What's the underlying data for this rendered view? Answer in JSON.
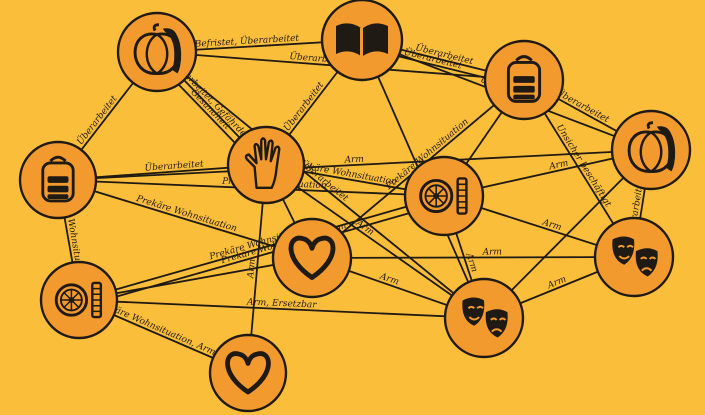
{
  "colors": {
    "background": "#fbbe3b",
    "node_fill": "#f39a2e",
    "ink": "#1f1a14"
  },
  "nodes": [
    {
      "id": "n1",
      "icon": "pumpkin-icon"
    },
    {
      "id": "n2",
      "icon": "book-icon"
    },
    {
      "id": "n3",
      "icon": "backpack-icon"
    },
    {
      "id": "n4",
      "icon": "backpack-icon"
    },
    {
      "id": "n5",
      "icon": "hand-icon"
    },
    {
      "id": "n6",
      "icon": "pumpkin-icon"
    },
    {
      "id": "n7",
      "icon": "spinning-wheel-icon"
    },
    {
      "id": "n8",
      "icon": "heart-icon"
    },
    {
      "id": "n9",
      "icon": "theater-masks-icon"
    },
    {
      "id": "n10",
      "icon": "spinning-wheel-icon"
    },
    {
      "id": "n11",
      "icon": "theater-masks-icon"
    },
    {
      "id": "n12",
      "icon": "heart-icon"
    }
  ],
  "edges": [
    {
      "from": "n1",
      "to": "n2",
      "label": "Befristet, Überarbeitet"
    },
    {
      "from": "n2",
      "to": "n3",
      "label": "Überarbeitet"
    },
    {
      "from": "n1",
      "to": "n4",
      "label": "Überarbeitet"
    },
    {
      "from": "n1",
      "to": "n5",
      "label": "Überarbeitet, Gefährdet"
    },
    {
      "from": "n1",
      "to": "n5",
      "label": "Gesundheit"
    },
    {
      "from": "n2",
      "to": "n5",
      "label": "Überarbeitet"
    },
    {
      "from": "n1",
      "to": "n3",
      "label": "Überarbeitet"
    },
    {
      "from": "n2",
      "to": "n6",
      "label": "Überarbeitet"
    },
    {
      "from": "n4",
      "to": "n5",
      "label": "Überarbeitet"
    },
    {
      "from": "n3",
      "to": "n6",
      "label": "Überarbeitet"
    },
    {
      "from": "n1",
      "to": "n9",
      "label": "Überarbeitet"
    },
    {
      "from": "n4",
      "to": "n7",
      "label": "Prekäre Wohnsituation"
    },
    {
      "from": "n5",
      "to": "n9",
      "label": "Arm"
    },
    {
      "from": "n5",
      "to": "n12",
      "label": "Arm"
    },
    {
      "from": "n2",
      "to": "n9",
      "label": "Überarbeitet"
    },
    {
      "from": "n4",
      "to": "n10",
      "label": "Prekäre Wohnsituation"
    },
    {
      "from": "n4",
      "to": "n8",
      "label": "Prekäre Wohnsituation"
    },
    {
      "from": "n7",
      "to": "n6",
      "label": "Arm"
    },
    {
      "from": "n5",
      "to": "n7",
      "label": "Prekäre Wohnsituation"
    },
    {
      "from": "n10",
      "to": "n7",
      "label": "Prekäre Wohnsituation"
    },
    {
      "from": "n10",
      "to": "n7",
      "label": "Prekäre Wohnsituation, Arm"
    },
    {
      "from": "n3",
      "to": "n8",
      "label": "Prekäre Wohnsituation"
    },
    {
      "from": "n3",
      "to": "n11",
      "label": "Unsicher beschäftigt"
    },
    {
      "from": "n7",
      "to": "n11",
      "label": "Arm"
    },
    {
      "from": "n8",
      "to": "n9",
      "label": "Arm"
    },
    {
      "from": "n10",
      "to": "n9",
      "label": "Arm, Ersetzbar"
    },
    {
      "from": "n8",
      "to": "n11",
      "label": "Arm"
    },
    {
      "from": "n10",
      "to": "n12",
      "label": "Prekäre Wohnsituation, Arm"
    },
    {
      "from": "n9",
      "to": "n11",
      "label": "Arm"
    },
    {
      "from": "n6",
      "to": "n11",
      "label": "Überarbeitet"
    },
    {
      "from": "n2",
      "to": "n3",
      "label": "Überarbeitet"
    },
    {
      "from": "n4",
      "to": "n6",
      "label": "Arm"
    },
    {
      "from": "n7",
      "to": "n9",
      "label": "Arm"
    },
    {
      "from": "n10",
      "to": "n8",
      "label": ""
    },
    {
      "from": "n5",
      "to": "n8",
      "label": ""
    },
    {
      "from": "n7",
      "to": "n3",
      "label": ""
    },
    {
      "from": "n9",
      "to": "n6",
      "label": ""
    }
  ]
}
